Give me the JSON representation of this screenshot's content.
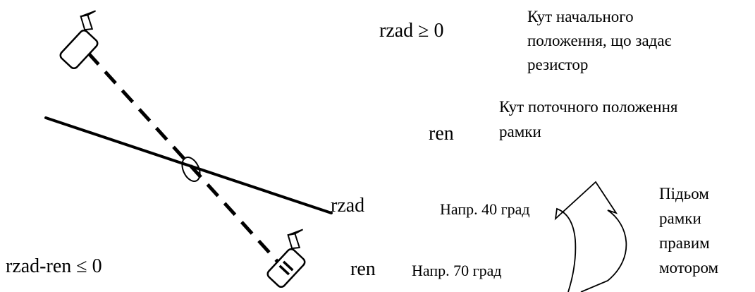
{
  "labels": {
    "rzad_ge_zero": "rzad ≥ 0",
    "start_angle_line1": "Кут начального",
    "start_angle_line2": "положення, що задає",
    "start_angle_line3": "резистор",
    "current_angle_line1": "Кут поточного положення",
    "current_angle_line2": "рамки",
    "ren_mid": "ren",
    "rzad_line_label": "rzad",
    "example_40": "Напр. 40 град",
    "ren_bottom": "ren",
    "example_70": "Напр. 70 град",
    "diff_le_zero": "rzad-ren ≤ 0",
    "lift_line1": "Підьом",
    "lift_line2": "рамки",
    "lift_line3": "правим",
    "lift_line4": "мотором"
  }
}
